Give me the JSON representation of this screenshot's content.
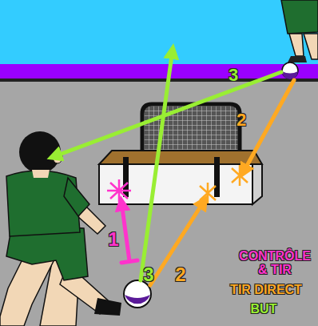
{
  "diagram": {
    "labels": [
      "3",
      "2",
      "1",
      "3",
      "2",
      "CONTRÔLE & TIR",
      "TIR DIRECT",
      "BUT"
    ]
  }
}
